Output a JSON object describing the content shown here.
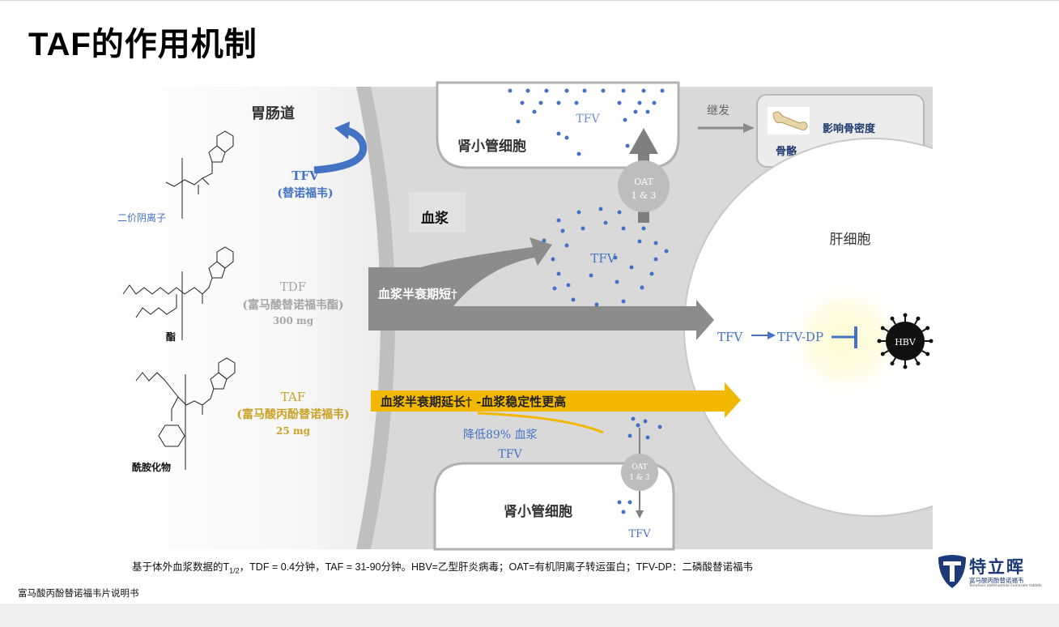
{
  "title": "TAF的作用机制",
  "diagram": {
    "gi_tract": "胃肠道",
    "plasma": "血浆",
    "tfv": {
      "name": "TFV",
      "cn": "(替诺福韦)",
      "label": "二价阴离子",
      "color": "#4472c4"
    },
    "tdf": {
      "name": "TDF",
      "cn": "(富马酸替诺福韦酯)",
      "dose": "300 mg",
      "label": "酯",
      "color": "#a6a6a6"
    },
    "taf": {
      "name": "TAF",
      "cn": "(富马酸丙酚替诺福韦)",
      "dose": "25 mg",
      "label": "酰胺化物",
      "color": "#c9a227"
    },
    "top_kidney": {
      "label": "肾小管细胞",
      "tfv": "TFV"
    },
    "oat_top": {
      "line1": "OAT",
      "line2": "1 & 3"
    },
    "secondary": "继发",
    "bone": {
      "label": "骨骼",
      "effect": "影响骨密度"
    },
    "plasma_tfv": "TFV",
    "tdf_arrow": "血浆半衰期短†",
    "taf_arrow": "血浆半衰期延长†  -血浆稳定性更高",
    "reduction": {
      "line1": "降低89% 血浆",
      "line2": "TFV"
    },
    "liver": {
      "label": "肝细胞",
      "tfv": "TFV",
      "tfv_dp": "TFV-DP",
      "hbv": "HBV"
    },
    "bottom_kidney": {
      "label": "肾小管细胞",
      "tfv": "TFV"
    },
    "oat_bottom": {
      "line1": "OAT",
      "line2": "1 & 3"
    },
    "colors": {
      "gray_arrow": "#8c8c8c",
      "gold_arrow": "#f2b800",
      "blue": "#4472c4",
      "hbv": "#111111"
    }
  },
  "footnote": {
    "prefix": "基于体外血浆数据的T",
    "sub": "1/2",
    "rest": "，TDF = 0.4分钟，TAF = 31-90分钟。HBV=乙型肝炎病毒；OAT=有机阴离子转运蛋白；TFV-DP：二磷酸替诺福韦"
  },
  "source": "富马酸丙酚替诺福韦片说明书",
  "logo": {
    "name": "特立晖",
    "sub": "富马酸丙酚替诺福韦",
    "en": "Tenofovir alafenamide Fumarate tablets"
  }
}
